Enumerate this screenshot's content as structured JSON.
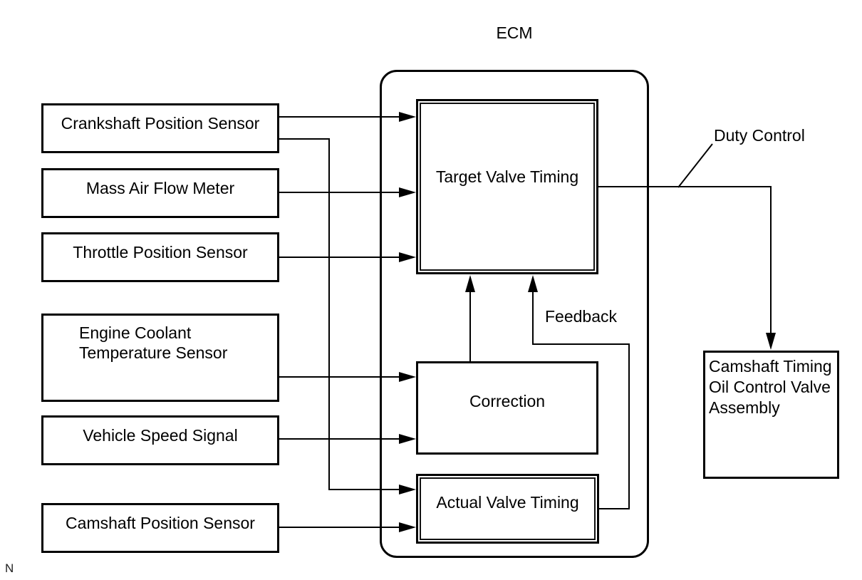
{
  "diagram": {
    "title": "ECM",
    "corner_note": "N",
    "sensors": [
      {
        "label": "Crankshaft Position Sensor"
      },
      {
        "label": "Mass Air Flow Meter"
      },
      {
        "label": "Throttle Position Sensor"
      },
      {
        "label": "Engine Coolant Temperature Sensor"
      },
      {
        "label": "Vehicle Speed Signal"
      },
      {
        "label": "Camshaft Position Sensor"
      }
    ],
    "ecm_blocks": {
      "target": "Target Valve Timing",
      "correction": "Correction",
      "actual": "Actual Valve Timing"
    },
    "actuator": {
      "label": "Camshaft Timing Oil Control Valve Assembly"
    },
    "edge_labels": {
      "duty": "Duty Control",
      "feedback": "Feedback"
    },
    "colors": {
      "line": "#000000",
      "background": "#ffffff",
      "text": "#000000"
    }
  }
}
